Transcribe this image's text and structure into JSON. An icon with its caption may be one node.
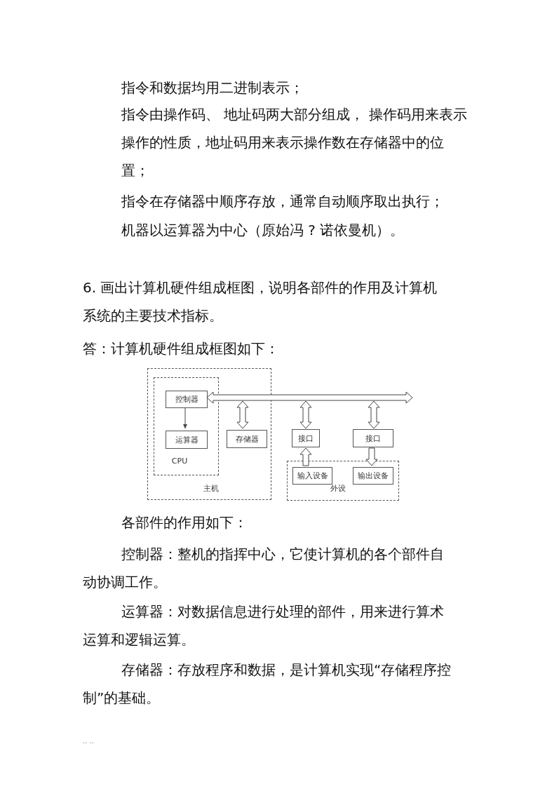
{
  "diagram": {
    "nodes": [
      {
        "text": [
          "主机"
        ]
      },
      {
        "text": [
          "CPU"
        ],
        "in": 0
      },
      {
        "text": [
          "控制器"
        ],
        "in": 1
      },
      {
        "text": [
          "运算器"
        ],
        "in": 1
      },
      {
        "text": [
          "存储器"
        ],
        "in": 0
      },
      {
        "text": [
          "接口"
        ]
      },
      {
        "text": [
          "接口"
        ]
      },
      {
        "text": [
          "外设"
        ]
      },
      {
        "text": [
          "输入设备"
        ],
        "in": 7
      },
      {
        "text": [
          "输出设备"
        ],
        "in": 7
      }
    ],
    "edges": [
      {
        "from": 2,
        "to": 3,
        "arrow": "to"
      },
      {
        "from": 2,
        "to": null,
        "arrow": "both"
      },
      {
        "from": null,
        "to": 4,
        "arrow": "both"
      },
      {
        "from": null,
        "to": 5,
        "arrow": "both"
      },
      {
        "from": null,
        "to": 6,
        "arrow": "both"
      },
      {
        "from": 8,
        "to": 5,
        "arrow": "to"
      },
      {
        "from": 6,
        "to": 9,
        "arrow": "to"
      }
    ],
    "labels": [
      "指令和数据均用二进制表示；",
      "指令由操作码、 地址码两大部分组成， 操作码用来表示操作的性质，地址码用来表示操作数在存储器中的位置；",
      "指令在存储器中顺序存放，通常自动顺序取出执行；",
      "机器以运算器为中心（原始冯 ? 诺依曼机）。",
      "6. 画出计算机硬件组成框图，说明各部件的作用及计算机系统的主要技术指标。",
      "答：计算机硬件组成框图如下：",
      "各部件的作用如下：",
      "控制器：整机的指挥中心，它使计算机的各个部件自动协调工作。",
      "运算器：对数据信息进行处理的部件，用来进行算术运算和逻辑运算。",
      "存储器：存放程序和数据，是计算机实现“存储程序控制”的基础。",
      ".. .."
    ]
  }
}
